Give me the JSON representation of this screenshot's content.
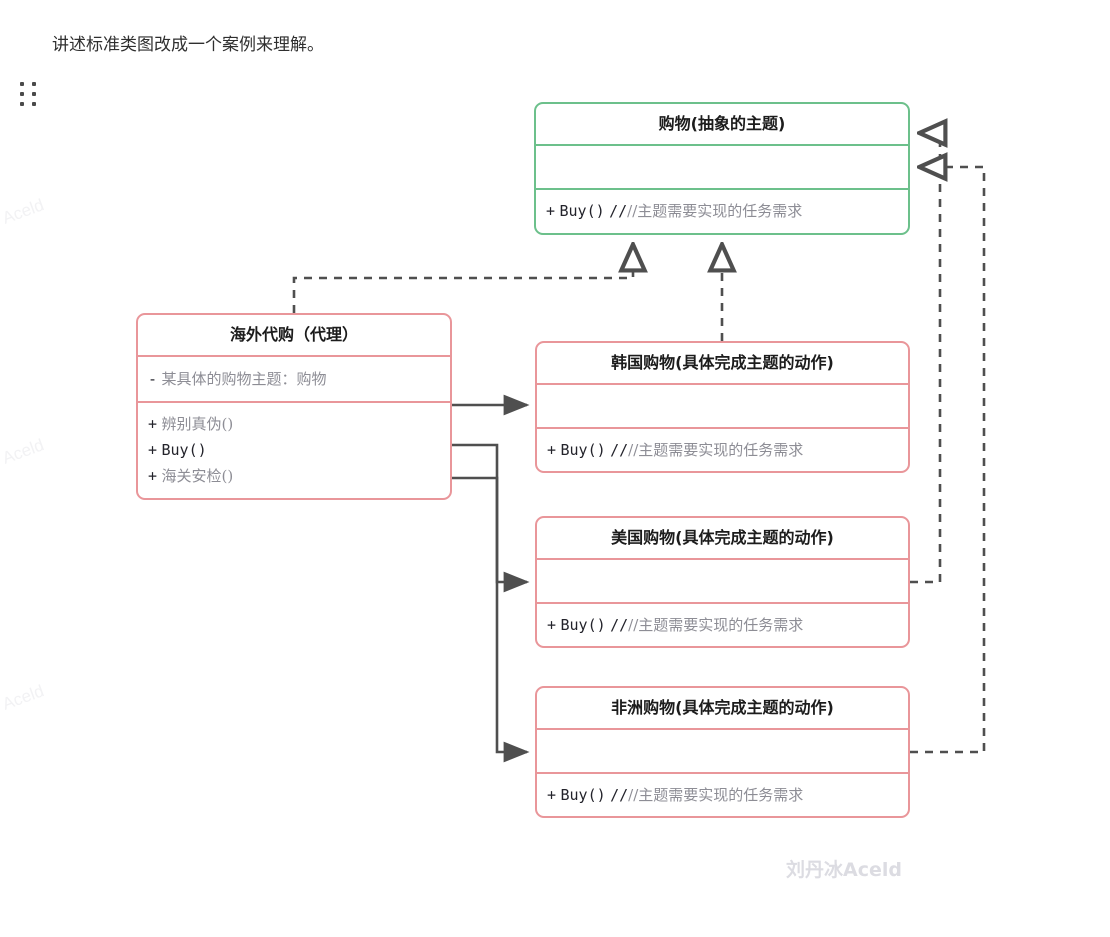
{
  "page": {
    "intro_text": "讲述标准类图改成一个案例来理解。",
    "clipped_top_text": "",
    "drag_handle_icon": "drag-dots-icon"
  },
  "watermarks": {
    "side_label": "Aceld",
    "main_label": "刘丹冰Aceld"
  },
  "colors": {
    "abstract_border": "#6cc08b",
    "concrete_border": "#e9969a",
    "edge": "#4f4f4f",
    "title_text": "#1c1c1c",
    "comment_text": "#8d8d95",
    "watermark": "#dcdce2"
  },
  "diagram": {
    "type": "uml-class-diagram",
    "classes": [
      {
        "id": "shopping",
        "stereotype": "abstract",
        "title": "购物(抽象的主题)",
        "attributes": [],
        "methods": [
          {
            "visibility": "+",
            "signature": "Buy()",
            "comment": "//主题需要实现的任务需求"
          }
        ]
      },
      {
        "id": "overseas-agent",
        "stereotype": "proxy",
        "title": "海外代购（代理）",
        "attributes": [
          {
            "visibility": "-",
            "text": "某具体的购物主题：购物"
          }
        ],
        "methods": [
          {
            "visibility": "+",
            "signature": "辨别真伪()",
            "cjk": true
          },
          {
            "visibility": "+",
            "signature": "Buy()",
            "cjk": false
          },
          {
            "visibility": "+",
            "signature": "海关安检()",
            "cjk": true
          }
        ]
      },
      {
        "id": "korea-shopping",
        "stereotype": "concrete",
        "title": "韩国购物(具体完成主题的动作)",
        "attributes": [],
        "methods": [
          {
            "visibility": "+",
            "signature": "Buy()",
            "comment": "//主题需要实现的任务需求"
          }
        ]
      },
      {
        "id": "usa-shopping",
        "stereotype": "concrete",
        "title": "美国购物(具体完成主题的动作)",
        "attributes": [],
        "methods": [
          {
            "visibility": "+",
            "signature": "Buy()",
            "comment": "//主题需要实现的任务需求"
          }
        ]
      },
      {
        "id": "africa-shopping",
        "stereotype": "concrete",
        "title": "非洲购物(具体完成主题的动作)",
        "attributes": [],
        "methods": [
          {
            "visibility": "+",
            "signature": "Buy()",
            "comment": "//主题需要实现的任务需求"
          }
        ]
      }
    ],
    "relations": [
      {
        "from": "overseas-agent",
        "to": "shopping",
        "kind": "realization",
        "style": "dashed",
        "arrow": "hollow-triangle"
      },
      {
        "from": "korea-shopping",
        "to": "shopping",
        "kind": "realization",
        "style": "dashed",
        "arrow": "hollow-triangle"
      },
      {
        "from": "usa-shopping",
        "to": "shopping",
        "kind": "realization",
        "style": "dashed",
        "arrow": "hollow-triangle"
      },
      {
        "from": "africa-shopping",
        "to": "shopping",
        "kind": "realization",
        "style": "dashed",
        "arrow": "hollow-triangle"
      },
      {
        "from": "overseas-agent",
        "to": "korea-shopping",
        "kind": "association",
        "style": "solid",
        "arrow": "filled-triangle"
      },
      {
        "from": "overseas-agent",
        "to": "usa-shopping",
        "kind": "association",
        "style": "solid",
        "arrow": "filled-triangle"
      },
      {
        "from": "overseas-agent",
        "to": "africa-shopping",
        "kind": "association",
        "style": "solid",
        "arrow": "filled-triangle"
      }
    ]
  }
}
